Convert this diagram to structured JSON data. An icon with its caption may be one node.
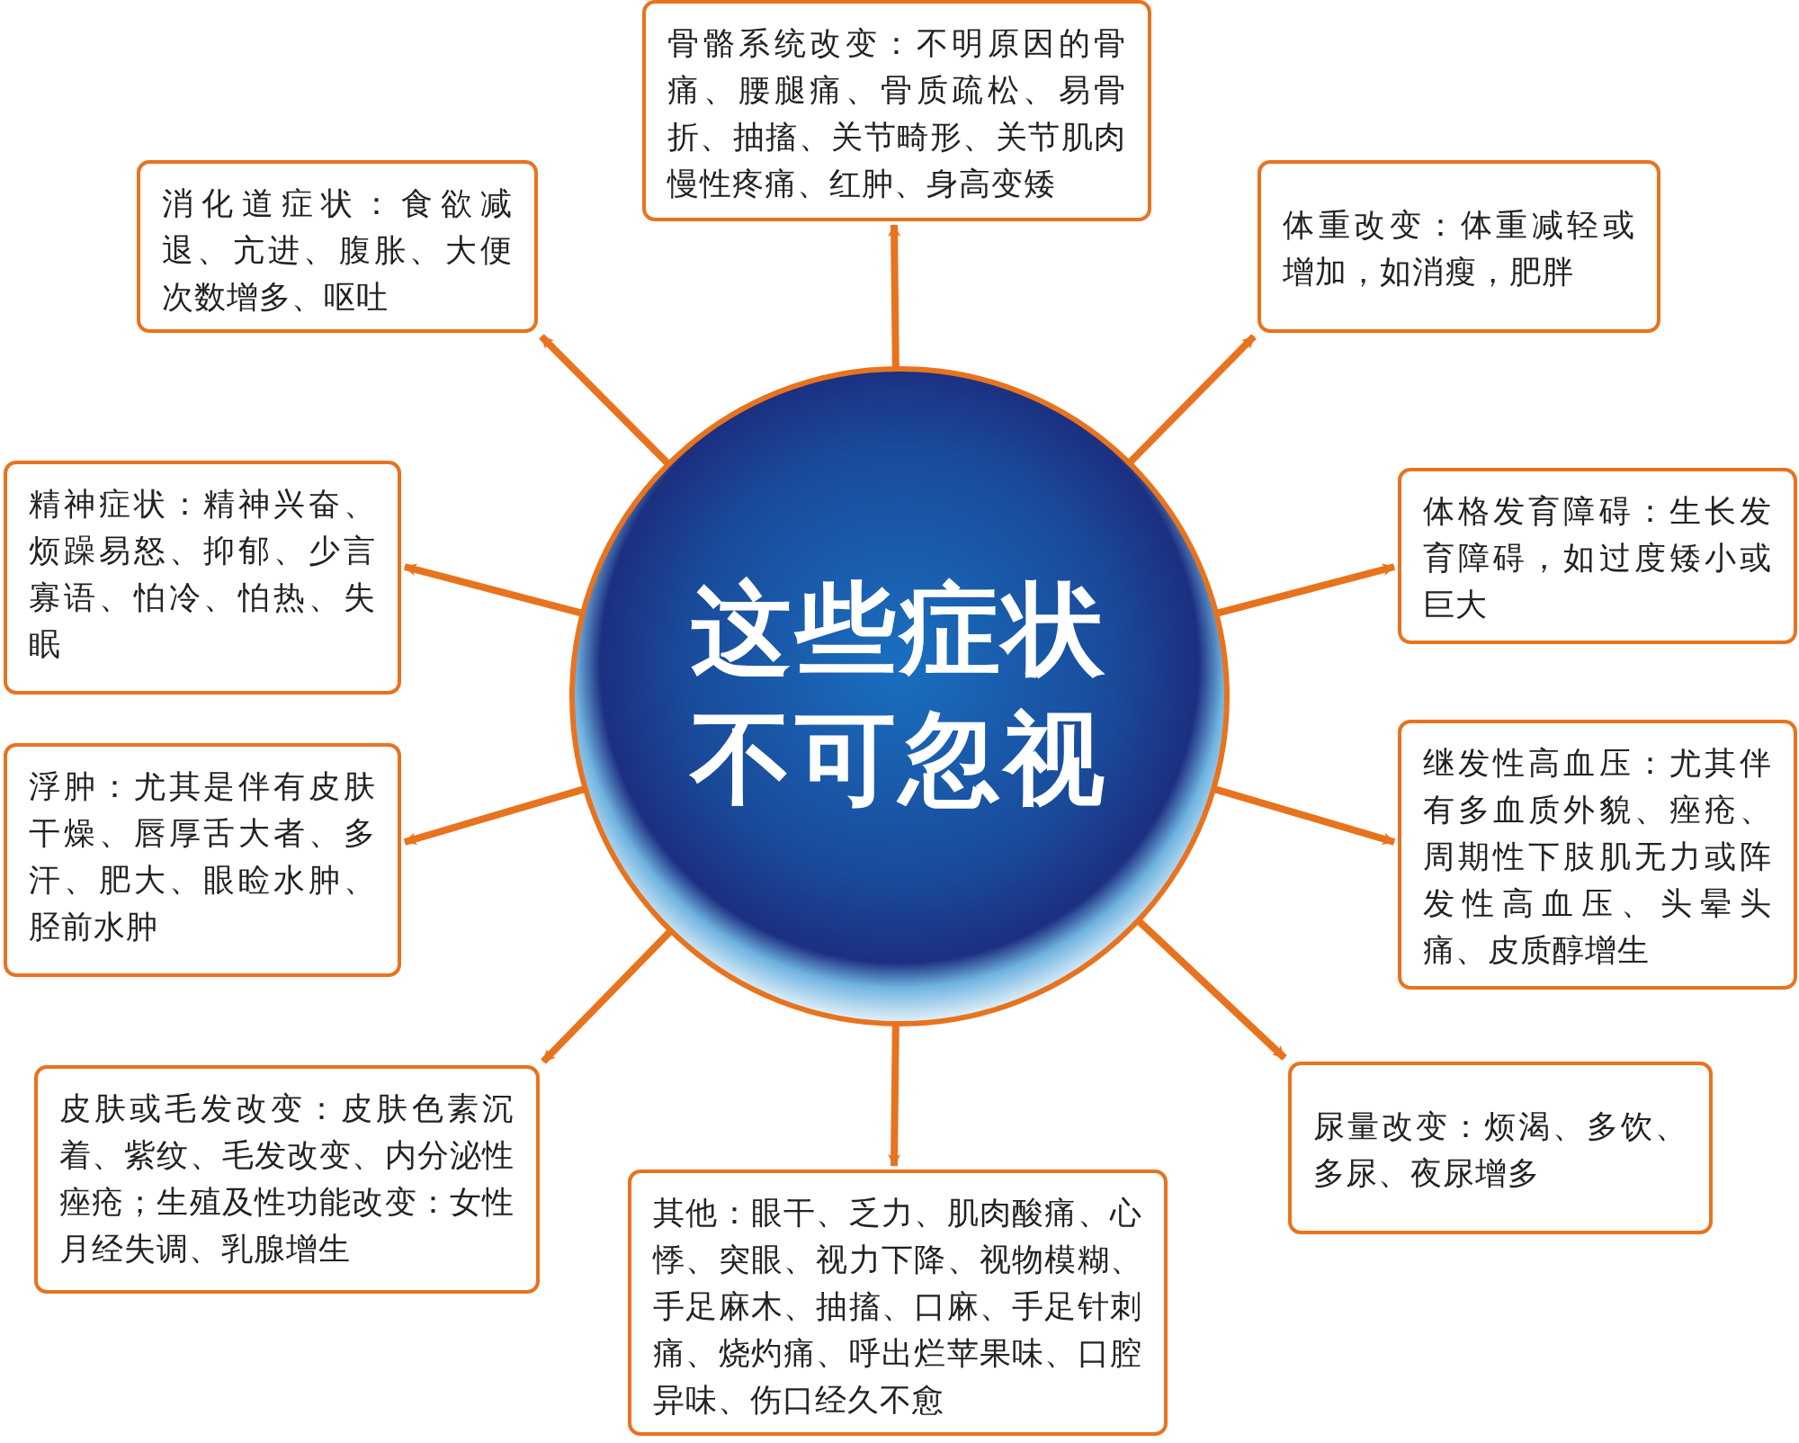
{
  "diagram": {
    "nodes": [
      {
        "text": [
          "这些症状不可忽视"
        ]
      },
      {
        "text": [
          "骨骼系统改变：不明原因的骨痛、腰腿痛、骨质疏松、易骨折、抽搐、关节畸形、关节肌肉慢性疼痛、红肿、身高变矮"
        ]
      },
      {
        "text": [
          "体重改变：体重减轻或增加，如消瘦，肥胖"
        ]
      },
      {
        "text": [
          "体格发育障碍：生长发育障碍，如过度矮小或巨大"
        ]
      },
      {
        "text": [
          "继发性高血压：尤其伴有多血质外貌、痤疮、周期性下肢肌无力或阵发性高血压、头晕头痛、皮质醇增生"
        ]
      },
      {
        "text": [
          "尿量改变：烦渴、多饮、多尿、夜尿增多"
        ]
      },
      {
        "text": [
          "其他：眼干、乏力、肌肉酸痛、心悸、突眼、视力下降、视物模糊、手足麻木、抽搐、口麻、手足针刺痛、烧灼痛、呼出烂苹果味、口腔异味、伤口经久不愈"
        ]
      },
      {
        "text": [
          "皮肤或毛发改变：皮肤色素沉着、紫纹、毛发改变、内分泌性痤疮；生殖及性功能改变：女性月经失调、乳腺增生"
        ]
      },
      {
        "text": [
          "浮肿：尤其是伴有皮肤干燥、唇厚舌大者、多汗、肥大、眼睑水肿、胫前水肿"
        ]
      },
      {
        "text": [
          "精神症状：精神兴奋、烦躁易怒、抑郁、少言寡语、怕冷、怕热、失眠"
        ]
      },
      {
        "text": [
          "消化道症状：食欲减退、亢进、腹胀、大便次数增多、呕吐"
        ]
      }
    ],
    "edges": [
      {
        "from": 0,
        "to": 1,
        "arrow": "to"
      },
      {
        "from": 0,
        "to": 2,
        "arrow": "to"
      },
      {
        "from": 0,
        "to": 3,
        "arrow": "to"
      },
      {
        "from": 0,
        "to": 4,
        "arrow": "to"
      },
      {
        "from": 0,
        "to": 5,
        "arrow": "to"
      },
      {
        "from": 0,
        "to": 6,
        "arrow": "to"
      },
      {
        "from": 0,
        "to": 7,
        "arrow": "to"
      },
      {
        "from": 0,
        "to": 8,
        "arrow": "to"
      },
      {
        "from": 0,
        "to": 9,
        "arrow": "to"
      },
      {
        "from": 0,
        "to": 10,
        "arrow": "to"
      }
    ]
  }
}
